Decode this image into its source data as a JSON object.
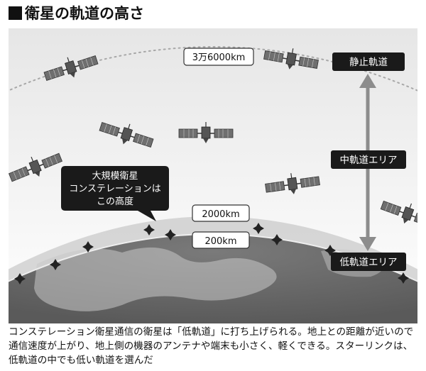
{
  "title": "衛星の軌道の高さ",
  "labels": {
    "geo_altitude": "3万6000km",
    "upper_boundary": "2000km",
    "lower_boundary": "200km",
    "constellation_callout": [
      "大規模衛星",
      "コンステレーションは",
      "この高度"
    ]
  },
  "zones": {
    "geo": "静止軌道",
    "meo": "中軌道エリア",
    "leo": "低軌道エリア"
  },
  "caption": "コンステレーション衛星通信の衛星は「低軌道」に打ち上げられる。地上との距離が近いので通信速度が上がり、地上側の機器のアンテナや端末も小さく、軽くできる。スターリンクは、低軌道の中でも低い軌道を選んだ",
  "colors": {
    "label_dark": "#1a1a1a",
    "arrow": "#8c8c8c",
    "earth": "#6e6e6e",
    "sky_top": "#e9e9e9"
  }
}
